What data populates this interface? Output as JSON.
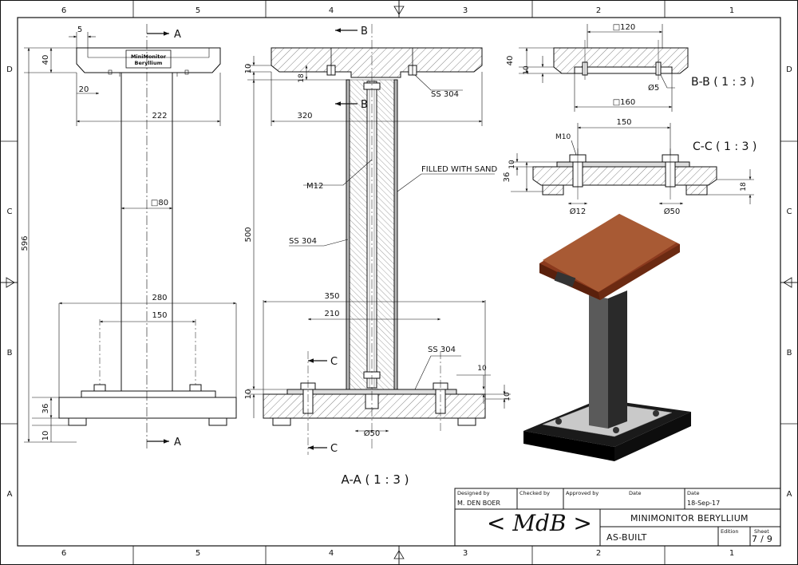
{
  "border": {
    "columns": [
      "6",
      "5",
      "4",
      "3",
      "2",
      "1"
    ],
    "rows": [
      "D",
      "C",
      "B",
      "A"
    ]
  },
  "front_view": {
    "nameplate_line1": "MiniMonitor",
    "nameplate_line2": "Beryllium",
    "section_mark": "A",
    "dims": {
      "overall_height": "596",
      "top_thickness": "40",
      "rebate_5": "5",
      "rebate_20": "20",
      "top_width": "222",
      "column_size": "□80",
      "base_width": "280",
      "bolt_spacing": "150",
      "base_thickness": "36",
      "feet": "10"
    }
  },
  "section_aa": {
    "title": "A-A ( 1 : 3 )",
    "section_b": "B",
    "section_c": "C",
    "labels": {
      "ss304_top": "SS 304",
      "ss304_side": "SS 304",
      "ss304_base": "SS 304",
      "rod": "M12",
      "fill": "FILLED WITH SAND"
    },
    "dims": {
      "plate_10_top": "10",
      "dim_18": "18",
      "top_width": "320",
      "column_height": "500",
      "base_width": "350",
      "bolt_spacing": "210",
      "plate_10_right": "10",
      "plate_10_bottom": "10",
      "base_10": "10",
      "foot_dia": "Ø50"
    }
  },
  "section_bb": {
    "title": "B-B ( 1 : 3 )",
    "dims": {
      "top": "□120",
      "h40": "40",
      "h10": "10",
      "hole": "Ø5",
      "bottom": "□160"
    }
  },
  "section_cc": {
    "title": "C-C ( 1 : 3 )",
    "dims": {
      "width": "150",
      "bolt": "M10",
      "h10": "10",
      "h36": "36",
      "h18": "18",
      "dia12": "Ø12",
      "dia50": "Ø50"
    }
  },
  "render_colors": {
    "wood": "#8b3a1e",
    "wood_light": "#a85a34",
    "steel": "#5a5a5a",
    "steel_dark": "#2a2a2a",
    "plate": "#c9c9c9",
    "base": "#111111"
  },
  "title_block": {
    "designed_by_label": "Designed by",
    "designed_by": "M. DEN BOER",
    "checked_by_label": "Checked by",
    "approved_by_label": "Approved by",
    "date_label_1": "Date",
    "date_label_2": "Date",
    "date": "18-Sep-17",
    "logo": "< MdB >",
    "drawing_title": "MINIMONITOR BERYLLIUM",
    "status": "AS-BUILT",
    "edition_label": "Edition",
    "sheet_label": "Sheet",
    "sheet": "7 / 9"
  }
}
